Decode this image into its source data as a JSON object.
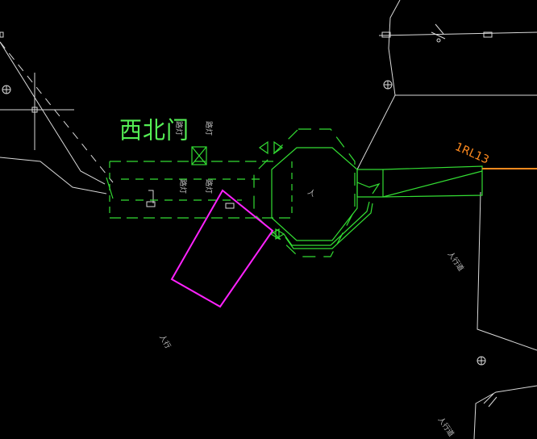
{
  "labels": {
    "gate_name": "西北门",
    "cable_id": "1RL13",
    "small_a": "人行道",
    "small_b": "人行",
    "small_c": "人行道",
    "small_d": "人",
    "tag_1": "路灯",
    "tag_2": "路灯",
    "tag_3": "路灯",
    "tag_4": "路灯"
  },
  "colors": {
    "background": "#000000",
    "linework": "#d9d9d9",
    "gate_green": "#33dd33",
    "cable_orange": "#ff8a1e",
    "magenta": "#ff22ff"
  }
}
